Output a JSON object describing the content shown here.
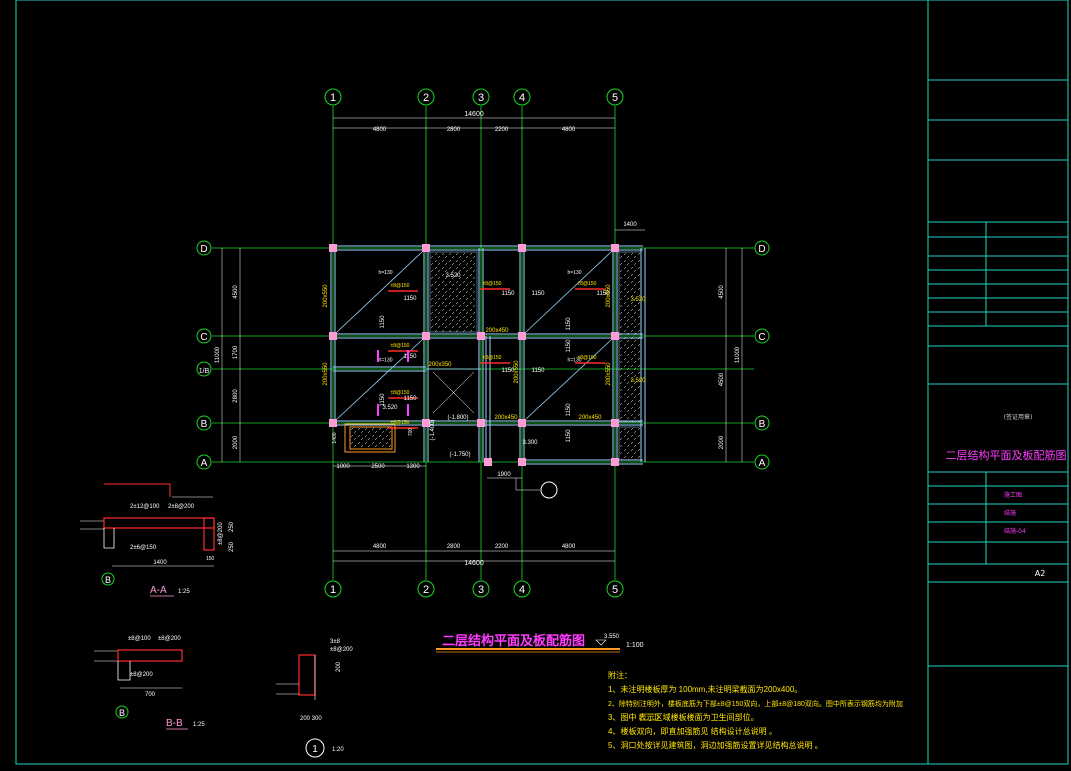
{
  "colors": {
    "frame": "#1fd3c8",
    "grid": "#1bd626",
    "beam": "#9ad7ff",
    "dim": "#ffffff",
    "magenta": "#ff3cff",
    "red": "#ff2b2b",
    "yellow": "#ffe600",
    "orange": "#ff9b20",
    "column": "#ff9bd5"
  },
  "axes": {
    "numbers": [
      "1",
      "2",
      "3",
      "4",
      "5"
    ],
    "letters": [
      "D",
      "C",
      "1/B",
      "B",
      "A"
    ]
  },
  "dimensions": {
    "overall": "14600",
    "spans": [
      "4800",
      "2800",
      "2200",
      "4800"
    ],
    "right_top": "1400",
    "left_vert": [
      "4500",
      "1700",
      "2800",
      "2000"
    ],
    "left_outer": "11000",
    "right_vert": [
      "4500",
      "4500",
      "2000"
    ],
    "right_outer": "11000",
    "bottom_small": [
      "1000",
      "2500",
      "1300"
    ],
    "bottom_small2": "1900",
    "stair_dims": [
      "1400",
      "700"
    ]
  },
  "plan_labels": {
    "elevations": [
      "3.520",
      "3.520",
      "3.520",
      "3.300"
    ],
    "neg_marks": [
      "(-1.800)",
      "(-1.400)",
      "(-1.750)"
    ],
    "beams": [
      "200x450",
      "200x350",
      "200x450",
      "200x450",
      "200x550",
      "200x550",
      "200x550"
    ],
    "rebar_1150": "1150",
    "rebar_red": "±8@150",
    "slab_diag": "h=130"
  },
  "sections": {
    "aa_label": "A-A",
    "aa_scale": "1:25",
    "aa_texts": [
      "2±12@100",
      "2±8@200",
      "2±6@150",
      "±8@200",
      "250",
      "250"
    ],
    "aa_dim": "1400",
    "aa_end": "150",
    "bb_label": "B-B",
    "bb_scale": "1:25",
    "bb_texts": [
      "±8@100",
      "±8@200",
      "±8@200"
    ],
    "bb_dim": "700",
    "d1_label": "1",
    "d1_scale": "1:20",
    "d1_texts": [
      "3±8",
      "±8@200",
      "200",
      "200 300"
    ],
    "axis_marker": "B"
  },
  "title": {
    "main": "二层结构平面及板配筋图",
    "elev": "3.550",
    "scale": "1:100"
  },
  "notes": {
    "heading": "附注：",
    "lines": [
      "1、未注明楼板厚为 100mm,未注明梁截面为200x400。",
      "2、除特别注明外，楼板底筋为下部±8@150双向，上部±8@180双向。图中所表示钢筋均为附加",
      "3、图中     表示区域楼板楼面为卫生间部位。",
      "4、楼板双向，即直加强筋见 结构设计总说明 。",
      "5、洞口处按详见建筑图，洞边加强筋设置详见结构总说明 。"
    ]
  },
  "title_block": {
    "stamp": "(签证用章)",
    "drawing_title": "二层结构平面及板配筋图",
    "rows": [
      "施工图",
      "结施",
      "结施-04"
    ],
    "size": "A2"
  }
}
